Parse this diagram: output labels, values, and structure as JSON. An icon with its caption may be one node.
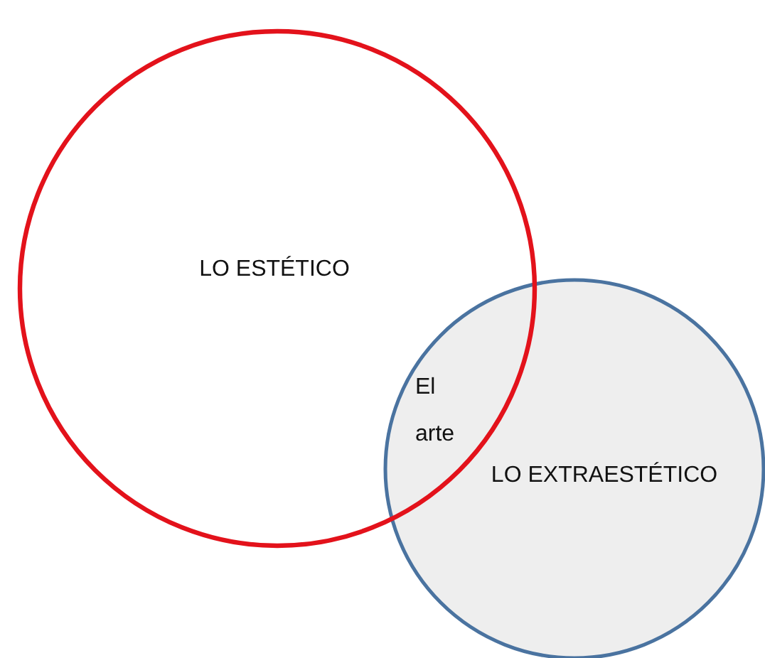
{
  "diagram": {
    "nodes": [
      {
        "text": [
          "LO ESTÉTICO"
        ]
      },
      {
        "text": [
          "LO EXTRAESTÉTICO"
        ]
      }
    ],
    "labels": [
      "El arte"
    ]
  }
}
